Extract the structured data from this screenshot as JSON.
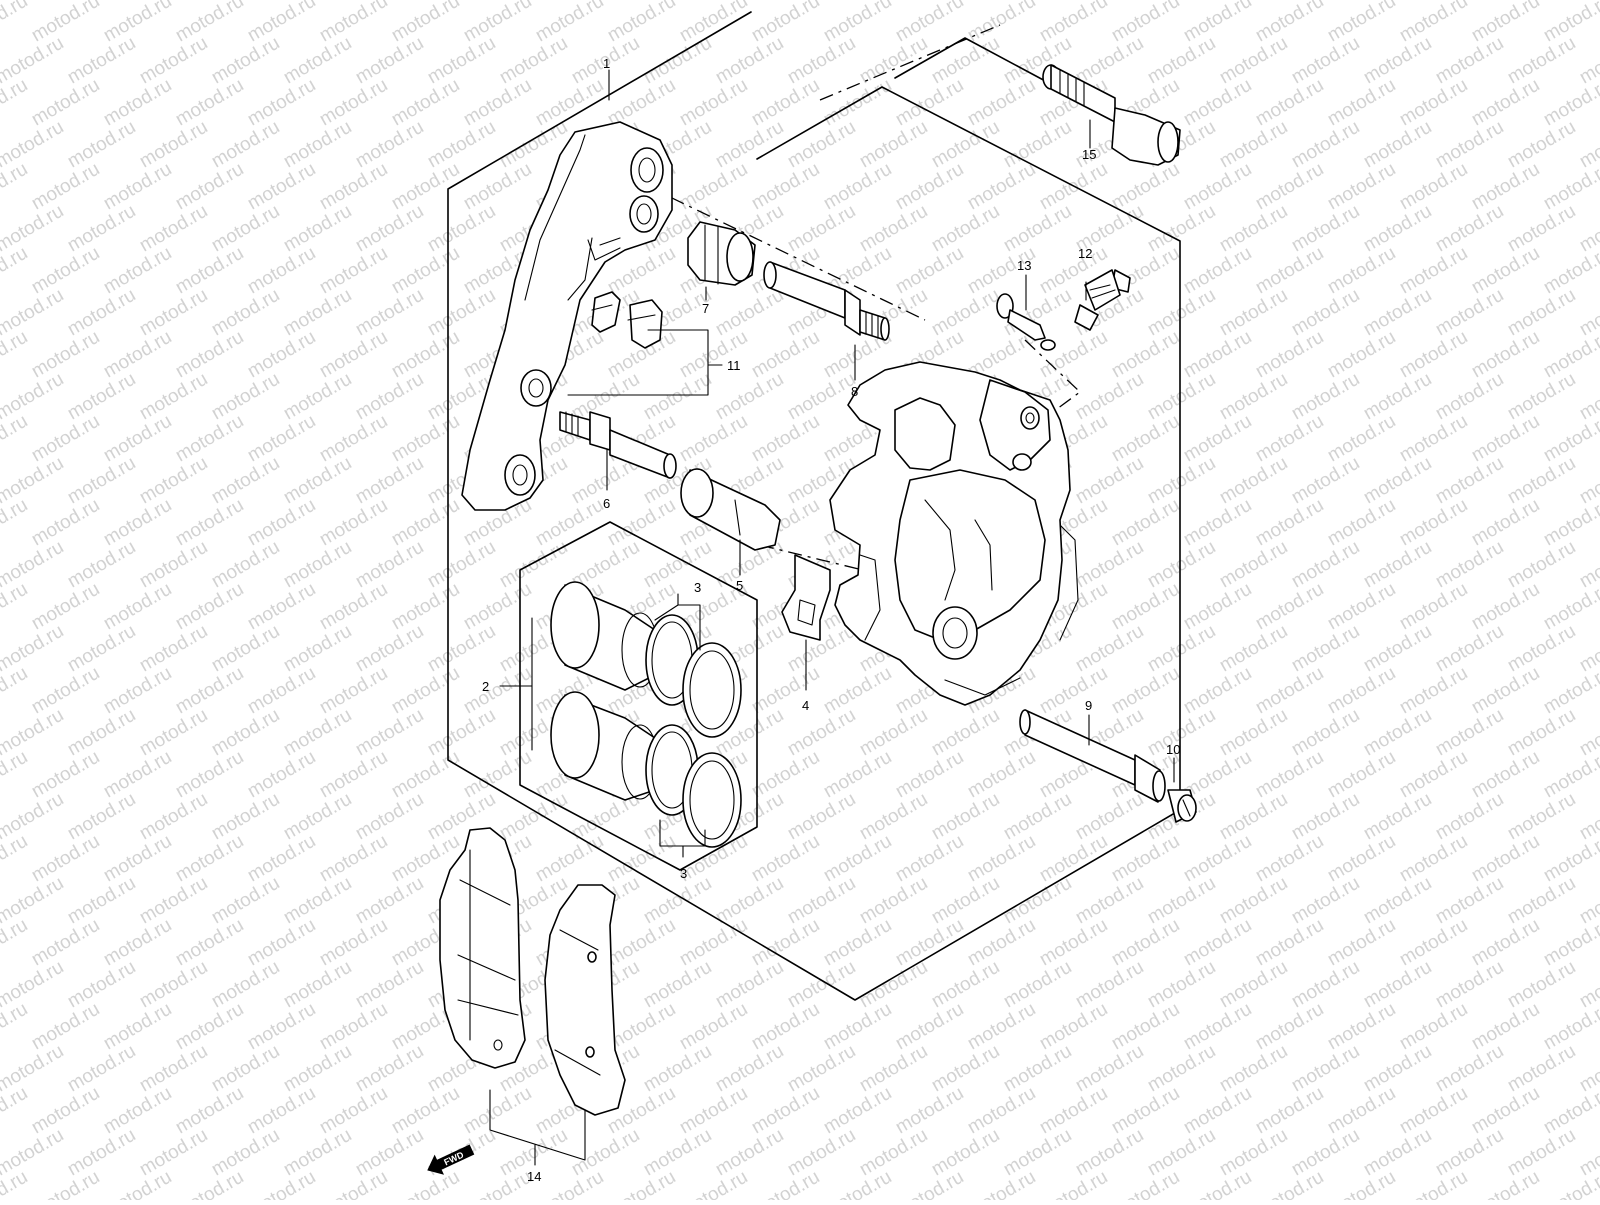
{
  "watermark": {
    "text": "motod.ru",
    "color": "#d2d2d2"
  },
  "diagram": {
    "type": "exploded parts diagram",
    "callouts": [
      "1",
      "2",
      "3",
      "3",
      "4",
      "5",
      "6",
      "7",
      "8",
      "9",
      "10",
      "11",
      "12",
      "13",
      "14",
      "15"
    ],
    "fwd_label": "FWD"
  },
  "colors": {
    "line": "#000000",
    "background": "#ffffff"
  }
}
